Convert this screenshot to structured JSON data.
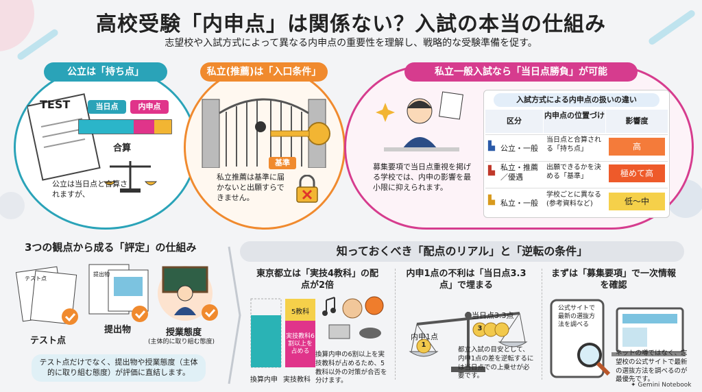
{
  "header": {
    "title": "高校受験「内申点」は関係ない？入試の本当の仕組み",
    "subtitle": "志望校や入試方式によって異なる内申点の重要性を理解し、戦略的な受験準備を促す。"
  },
  "public": {
    "heading": "公立は「持ち点」",
    "test_label": "TEST",
    "bar_label_left": "当日点",
    "bar_label_right": "内申点",
    "sum_label": "合算",
    "caption": "公立は当日点と合算されますが、"
  },
  "private_rec": {
    "heading": "私立(推薦)は「入口条件」",
    "key_label": "基準",
    "caption": "私立推薦は基準に届かないと出願すらできません。"
  },
  "private_general": {
    "heading": "私立一般入試なら「当日点勝負」が可能",
    "caption": "募集要項で当日点重視を掲げる学校では、内申の影響を最小限に抑えられます。",
    "table": {
      "title": "入試方式による内申点の扱いの違い",
      "headers": [
        "区分",
        "内申点の位置づけ",
        "影響度"
      ],
      "rows": [
        {
          "category": "公立・一般",
          "position": "当日点と合算される「持ち点」",
          "impact": "高",
          "color": "#f47b3a"
        },
        {
          "category": "私立・推薦／優遇",
          "position": "出願できるかを決める「基準」",
          "impact": "極めて高",
          "color": "#ee5a2a"
        },
        {
          "category": "私立・一般",
          "position": "学校ごとに異なる(参考資料など)",
          "impact": "低〜中",
          "color": "#f5d04a"
        }
      ]
    }
  },
  "evaluation": {
    "heading": "3つの観点から成る「評定」の仕組み",
    "items": [
      {
        "label": "テスト点",
        "doc": "テスト点"
      },
      {
        "label": "提出物",
        "doc": "提出物"
      },
      {
        "label": "授業態度",
        "sub": "(主体的に取り組む態度)"
      }
    ],
    "caption": "テスト点だけでなく、提出物や授業態度（主体的に取り組む態度）が評価に直結します。"
  },
  "reality": {
    "heading": "知っておくべき「配点のリアル」と「逆転の条件」",
    "col1": {
      "title": "東京都立は「実技4教科」の配点が2倍",
      "bar_top": "5教科",
      "bar_bottom": "実技教科6割以上を占める",
      "axis_left": "換算内申",
      "axis_right": "実技教科",
      "caption": "換算内申の6割以上を実技教科が占めるため、5教科以外の対策が合否を分けます。"
    },
    "col2": {
      "title": "内申1点の不利は「当日点3.3点」で埋まる",
      "left_label": "内申1点",
      "right_label": "当日点3.3点",
      "coin_left": "1",
      "coin_right": "3",
      "caption": "都立入試の目安として、内申1点の差を逆転するには当日点での上乗せが必要です。"
    },
    "col3": {
      "title": "まずは「募集要項」で一次情報を確認",
      "tablet_text": "公式サイトで最新の選抜方法を調べる",
      "caption": "ネットの噂ではなく、志望校の公式サイトで最新の選抜方法を調べるのが最優先です。"
    }
  },
  "footer": {
    "brand": "Gemini Notebook"
  }
}
